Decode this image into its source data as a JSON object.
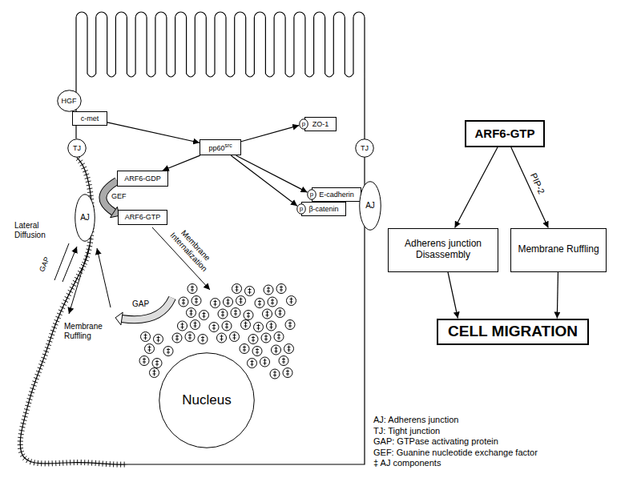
{
  "diagram": {
    "nodes": [
      {
        "text": [
          "HGF"
        ]
      },
      {
        "text": [
          "c-met"
        ]
      },
      {
        "text": [
          "p"
        ]
      },
      {
        "text": [
          "ZO-1"
        ]
      },
      {
        "text": [
          "ARF6-GTP"
        ]
      },
      {
        "text": [
          "pp60",
          "src"
        ]
      },
      {
        "text": [
          "TJ"
        ]
      },
      {
        "text": [
          "TJ"
        ]
      },
      {
        "text": [
          "ARF6-GDP"
        ]
      },
      {
        "text": [
          "p"
        ]
      },
      {
        "text": [
          "E-cadherin"
        ]
      },
      {
        "text": [
          "p"
        ]
      },
      {
        "text": [
          "β-catenin"
        ]
      },
      {
        "text": [
          "AJ"
        ]
      },
      {
        "text": [
          "ARF6-GTP"
        ]
      },
      {
        "text": [
          "AJ"
        ]
      },
      {
        "text": [
          "Adherens junction Disassembly"
        ]
      },
      {
        "text": [
          "Membrane Ruffling"
        ]
      },
      {
        "text": [
          "CELL MIGRATION"
        ]
      },
      {
        "text": [
          "Nucleus"
        ]
      }
    ],
    "edges": [
      {
        "from": 1,
        "to": 5,
        "arrow": "to"
      },
      {
        "from": 5,
        "to": 8,
        "arrow": "to"
      },
      {
        "from": 5,
        "to": 2,
        "arrow": "to"
      },
      {
        "from": 5,
        "to": 9,
        "arrow": "to"
      },
      {
        "from": 5,
        "to": 11,
        "arrow": "to"
      },
      {
        "from": 4,
        "to": 16,
        "arrow": "to"
      },
      {
        "from": 4,
        "to": 17,
        "label": "PIP-2",
        "arrow": "to"
      },
      {
        "from": 16,
        "to": 18,
        "arrow": "to"
      },
      {
        "from": 17,
        "to": 18,
        "arrow": "to"
      }
    ],
    "labels": [
      "GEF",
      "GAP",
      "Lateral Diffusion",
      "Membrane Ruffling",
      "Membrane Internalization",
      "GAP",
      "AJ: Adherens junction",
      "TJ: Tight junction",
      "GAP: GTPase activating protein",
      "GEF: Guanine nucleotide exchange factor",
      "‡ AJ components"
    ]
  }
}
